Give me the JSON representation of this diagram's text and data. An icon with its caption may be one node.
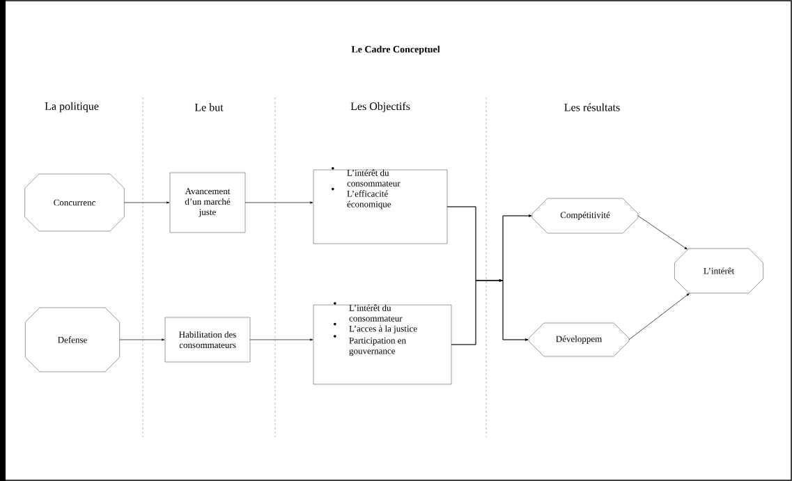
{
  "diagram": {
    "title": "Le Cadre Conceptuel",
    "nodes": [
      {
        "text": [
          "Concurrenc"
        ]
      },
      {
        "text": [
          "Avancement d’un marché juste"
        ]
      },
      {
        "text": [
          "L’intérêt du consommateur",
          "L’efficacité économique"
        ]
      },
      {
        "text": [
          "Defense"
        ]
      },
      {
        "text": [
          "Habilitation des consommateurs"
        ]
      },
      {
        "text": [
          "L’intérêt du consommateur",
          "L’acces à la justice",
          "Participation en gouvernance"
        ]
      },
      {
        "text": [
          "Compétitivité"
        ]
      },
      {
        "text": [
          "L’intérêt"
        ]
      },
      {
        "text": [
          "Développem"
        ]
      }
    ],
    "edges": [
      {
        "from": 0,
        "to": 1,
        "arrow": "to"
      },
      {
        "from": 1,
        "to": 2,
        "arrow": "to"
      },
      {
        "from": 3,
        "to": 4,
        "arrow": "to"
      },
      {
        "from": 4,
        "to": 5,
        "arrow": "to"
      },
      {
        "from": 2,
        "to": 6,
        "arrow": "to"
      },
      {
        "from": 2,
        "to": 8,
        "arrow": "to"
      },
      {
        "from": 5,
        "to": 6,
        "arrow": "to"
      },
      {
        "from": 5,
        "to": 8,
        "arrow": "to"
      },
      {
        "from": 6,
        "to": 7,
        "arrow": "to"
      },
      {
        "from": 8,
        "to": 7,
        "arrow": "to"
      }
    ],
    "labels": [
      "La politique",
      "Le but",
      "Les Objectifs",
      "Les résultats"
    ]
  }
}
